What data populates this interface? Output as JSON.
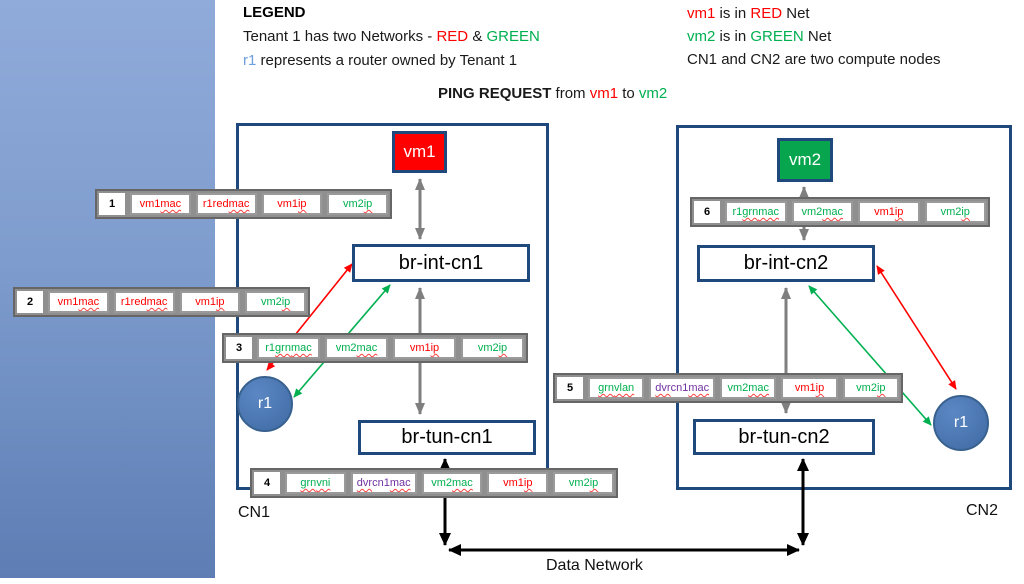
{
  "colors": {
    "red": "#FF0000",
    "green": "#00B050",
    "purple": "#7030A0",
    "router_blue": "#4F81BD",
    "box_border_blue": "#1F497D",
    "vm1_fill": "#FF0000",
    "vm2_fill": "#07A54D",
    "arrow_gray": "#7F7F7F",
    "arrow_black": "#000000",
    "sidebar_top": "#90ABDA",
    "sidebar_bottom": "#5D7DB4"
  },
  "legend": {
    "title": "LEGEND",
    "line2": [
      {
        "text": "Tenant 1  has two Networks -  ",
        "color": "black"
      },
      {
        "text": "RED",
        "color": "red"
      },
      {
        "text": " & ",
        "color": "black"
      },
      {
        "text": "GREEN",
        "color": "green"
      }
    ],
    "line3": [
      {
        "text": "r1",
        "color": "blue"
      },
      {
        "text": " represents a router owned by Tenant 1",
        "color": "black"
      }
    ]
  },
  "ping": [
    {
      "text": "PING REQUEST",
      "color": "black",
      "bold": true
    },
    {
      "text": " from ",
      "color": "black"
    },
    {
      "text": "vm1",
      "color": "red"
    },
    {
      "text": " to ",
      "color": "black"
    },
    {
      "text": "vm2",
      "color": "green"
    }
  ],
  "notes": {
    "line1": [
      {
        "text": "vm1",
        "color": "red"
      },
      {
        "text": " is in ",
        "color": "black"
      },
      {
        "text": "RED",
        "color": "red"
      },
      {
        "text": " Net",
        "color": "black"
      }
    ],
    "line2": [
      {
        "text": "vm2",
        "color": "green"
      },
      {
        "text": " is in ",
        "color": "black"
      },
      {
        "text": "GREEN",
        "color": "green"
      },
      {
        "text": " Net",
        "color": "black"
      }
    ],
    "line3": [
      {
        "text": "CN1 and CN2 are two compute nodes",
        "color": "black"
      }
    ]
  },
  "nodes": {
    "vm1": "vm1",
    "vm2": "vm2",
    "r1_left": "r1",
    "r1_right": "r1",
    "br_int_cn1": "br-int-cn1",
    "br_tun_cn1": "br-tun-cn1",
    "br_int_cn2": "br-int-cn2",
    "br_tun_cn2": "br-tun-cn2",
    "cn1_label": "CN1",
    "cn2_label": "CN2",
    "data_network_label": "Data Network"
  },
  "packets": [
    {
      "num": "1",
      "fields": [
        {
          "text": "vm1 mac",
          "color": "red",
          "squiggle": [
            "mac"
          ]
        },
        {
          "text": "r1 red mac",
          "color": "red",
          "squiggle": [
            "mac"
          ]
        },
        {
          "text": "vm1 ip",
          "color": "red",
          "squiggle": [
            "ip"
          ]
        },
        {
          "text": "vm2 ip",
          "color": "green",
          "squiggle": [
            "ip"
          ]
        }
      ]
    },
    {
      "num": "2",
      "fields": [
        {
          "text": "vm1 mac",
          "color": "red",
          "squiggle": [
            "mac"
          ]
        },
        {
          "text": "r1 red mac",
          "color": "red",
          "squiggle": [
            "mac"
          ]
        },
        {
          "text": "vm1 ip",
          "color": "red",
          "squiggle": [
            "ip"
          ]
        },
        {
          "text": "vm2 ip",
          "color": "green",
          "squiggle": [
            "ip"
          ]
        }
      ]
    },
    {
      "num": "3",
      "fields": [
        {
          "text": "r1 grn mac",
          "color": "green",
          "squiggle": [
            "grn",
            "mac"
          ]
        },
        {
          "text": "vm2 mac",
          "color": "green",
          "squiggle": [
            "mac"
          ]
        },
        {
          "text": "vm1 ip",
          "color": "red",
          "squiggle": [
            "ip"
          ]
        },
        {
          "text": "vm2 ip",
          "color": "green",
          "squiggle": [
            "ip"
          ]
        }
      ]
    },
    {
      "num": "4",
      "fields": [
        {
          "text": "grn vni",
          "color": "green",
          "squiggle": [
            "grn",
            "vni"
          ]
        },
        {
          "text": "dvr cn1 mac",
          "color": "purple",
          "squiggle": [
            "dvr",
            "mac"
          ]
        },
        {
          "text": "vm2 mac",
          "color": "green",
          "squiggle": [
            "mac"
          ]
        },
        {
          "text": "vm1 ip",
          "color": "red",
          "squiggle": [
            "ip"
          ]
        },
        {
          "text": "vm2 ip",
          "color": "green",
          "squiggle": [
            "ip"
          ]
        }
      ]
    },
    {
      "num": "5",
      "fields": [
        {
          "text": "grn vlan",
          "color": "green",
          "squiggle": [
            "grn",
            "vlan"
          ]
        },
        {
          "text": "dvr cn1 mac",
          "color": "purple",
          "squiggle": [
            "dvr",
            "mac"
          ]
        },
        {
          "text": "vm2 mac",
          "color": "green",
          "squiggle": [
            "mac"
          ]
        },
        {
          "text": "vm1 ip",
          "color": "red",
          "squiggle": [
            "ip"
          ]
        },
        {
          "text": "vm2 ip",
          "color": "green",
          "squiggle": [
            "ip"
          ]
        }
      ]
    },
    {
      "num": "6",
      "fields": [
        {
          "text": "r1 grn mac",
          "color": "green",
          "squiggle": [
            "grn",
            "mac"
          ]
        },
        {
          "text": "vm2 mac",
          "color": "green",
          "squiggle": [
            "mac"
          ]
        },
        {
          "text": "vm1 ip",
          "color": "red",
          "squiggle": [
            "ip"
          ]
        },
        {
          "text": "vm2 ip",
          "color": "green",
          "squiggle": [
            "ip"
          ]
        }
      ]
    }
  ]
}
